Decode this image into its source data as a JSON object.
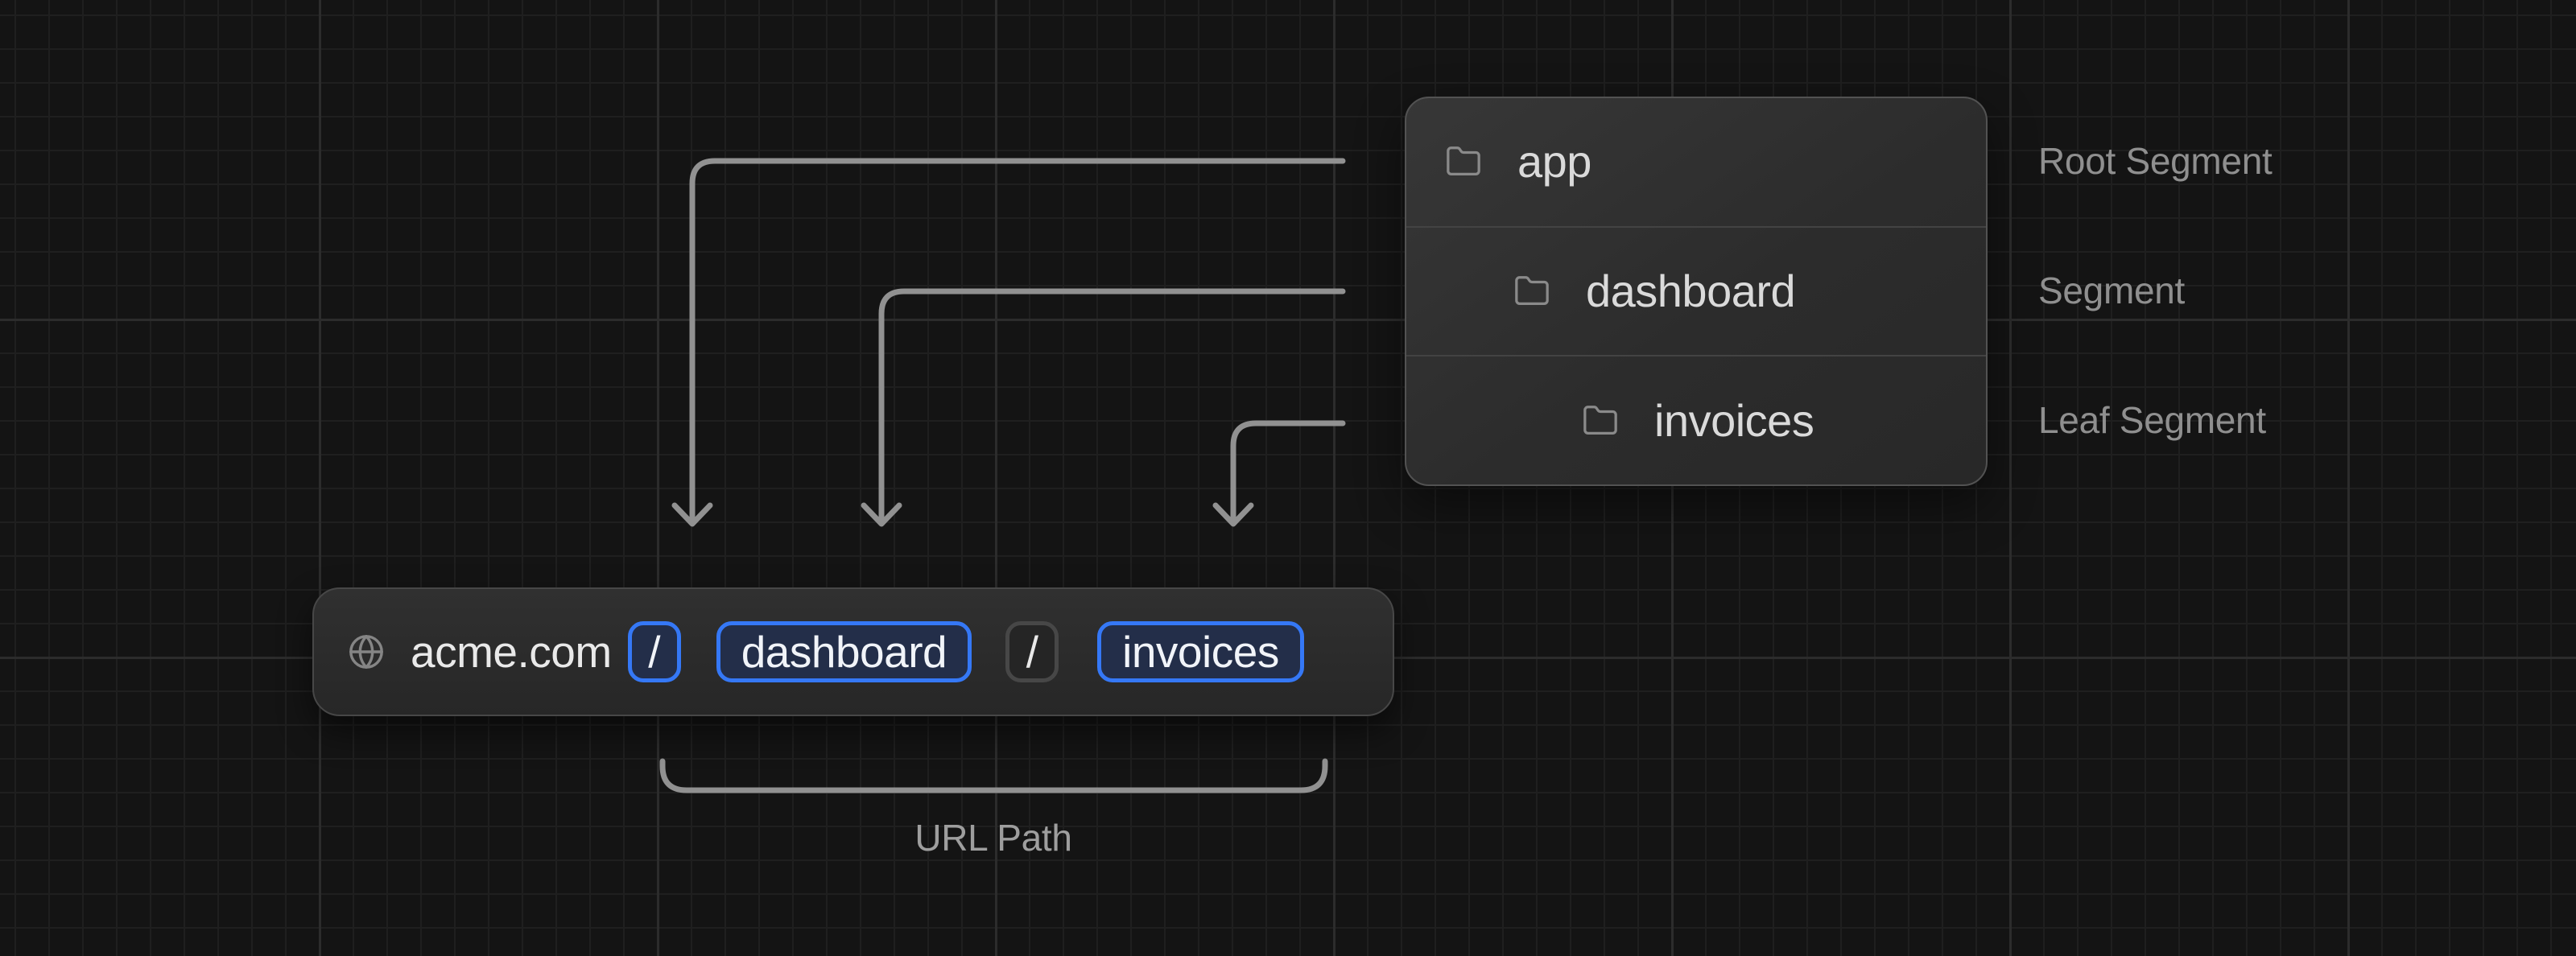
{
  "file_tree": {
    "rows": [
      {
        "name": "app",
        "annotation": "Root Segment",
        "icon": "folder-icon"
      },
      {
        "name": "dashboard",
        "annotation": "Segment",
        "icon": "folder-icon"
      },
      {
        "name": "invoices",
        "annotation": "Leaf Segment",
        "icon": "folder-icon"
      }
    ]
  },
  "url_bar": {
    "site_icon": "globe-icon",
    "domain": "acme.com",
    "segments": [
      {
        "text": "/",
        "highlighted": true
      },
      {
        "text": "dashboard",
        "highlighted": true
      },
      {
        "text": "/",
        "highlighted": false
      },
      {
        "text": "invoices",
        "highlighted": true
      }
    ]
  },
  "bracket_label": "URL Path",
  "colors": {
    "background": "#141414",
    "accent_blue": "#3578f6",
    "highlight_fill": "#232e49",
    "arrow_gray": "#919191",
    "panel_border": "#525252"
  }
}
